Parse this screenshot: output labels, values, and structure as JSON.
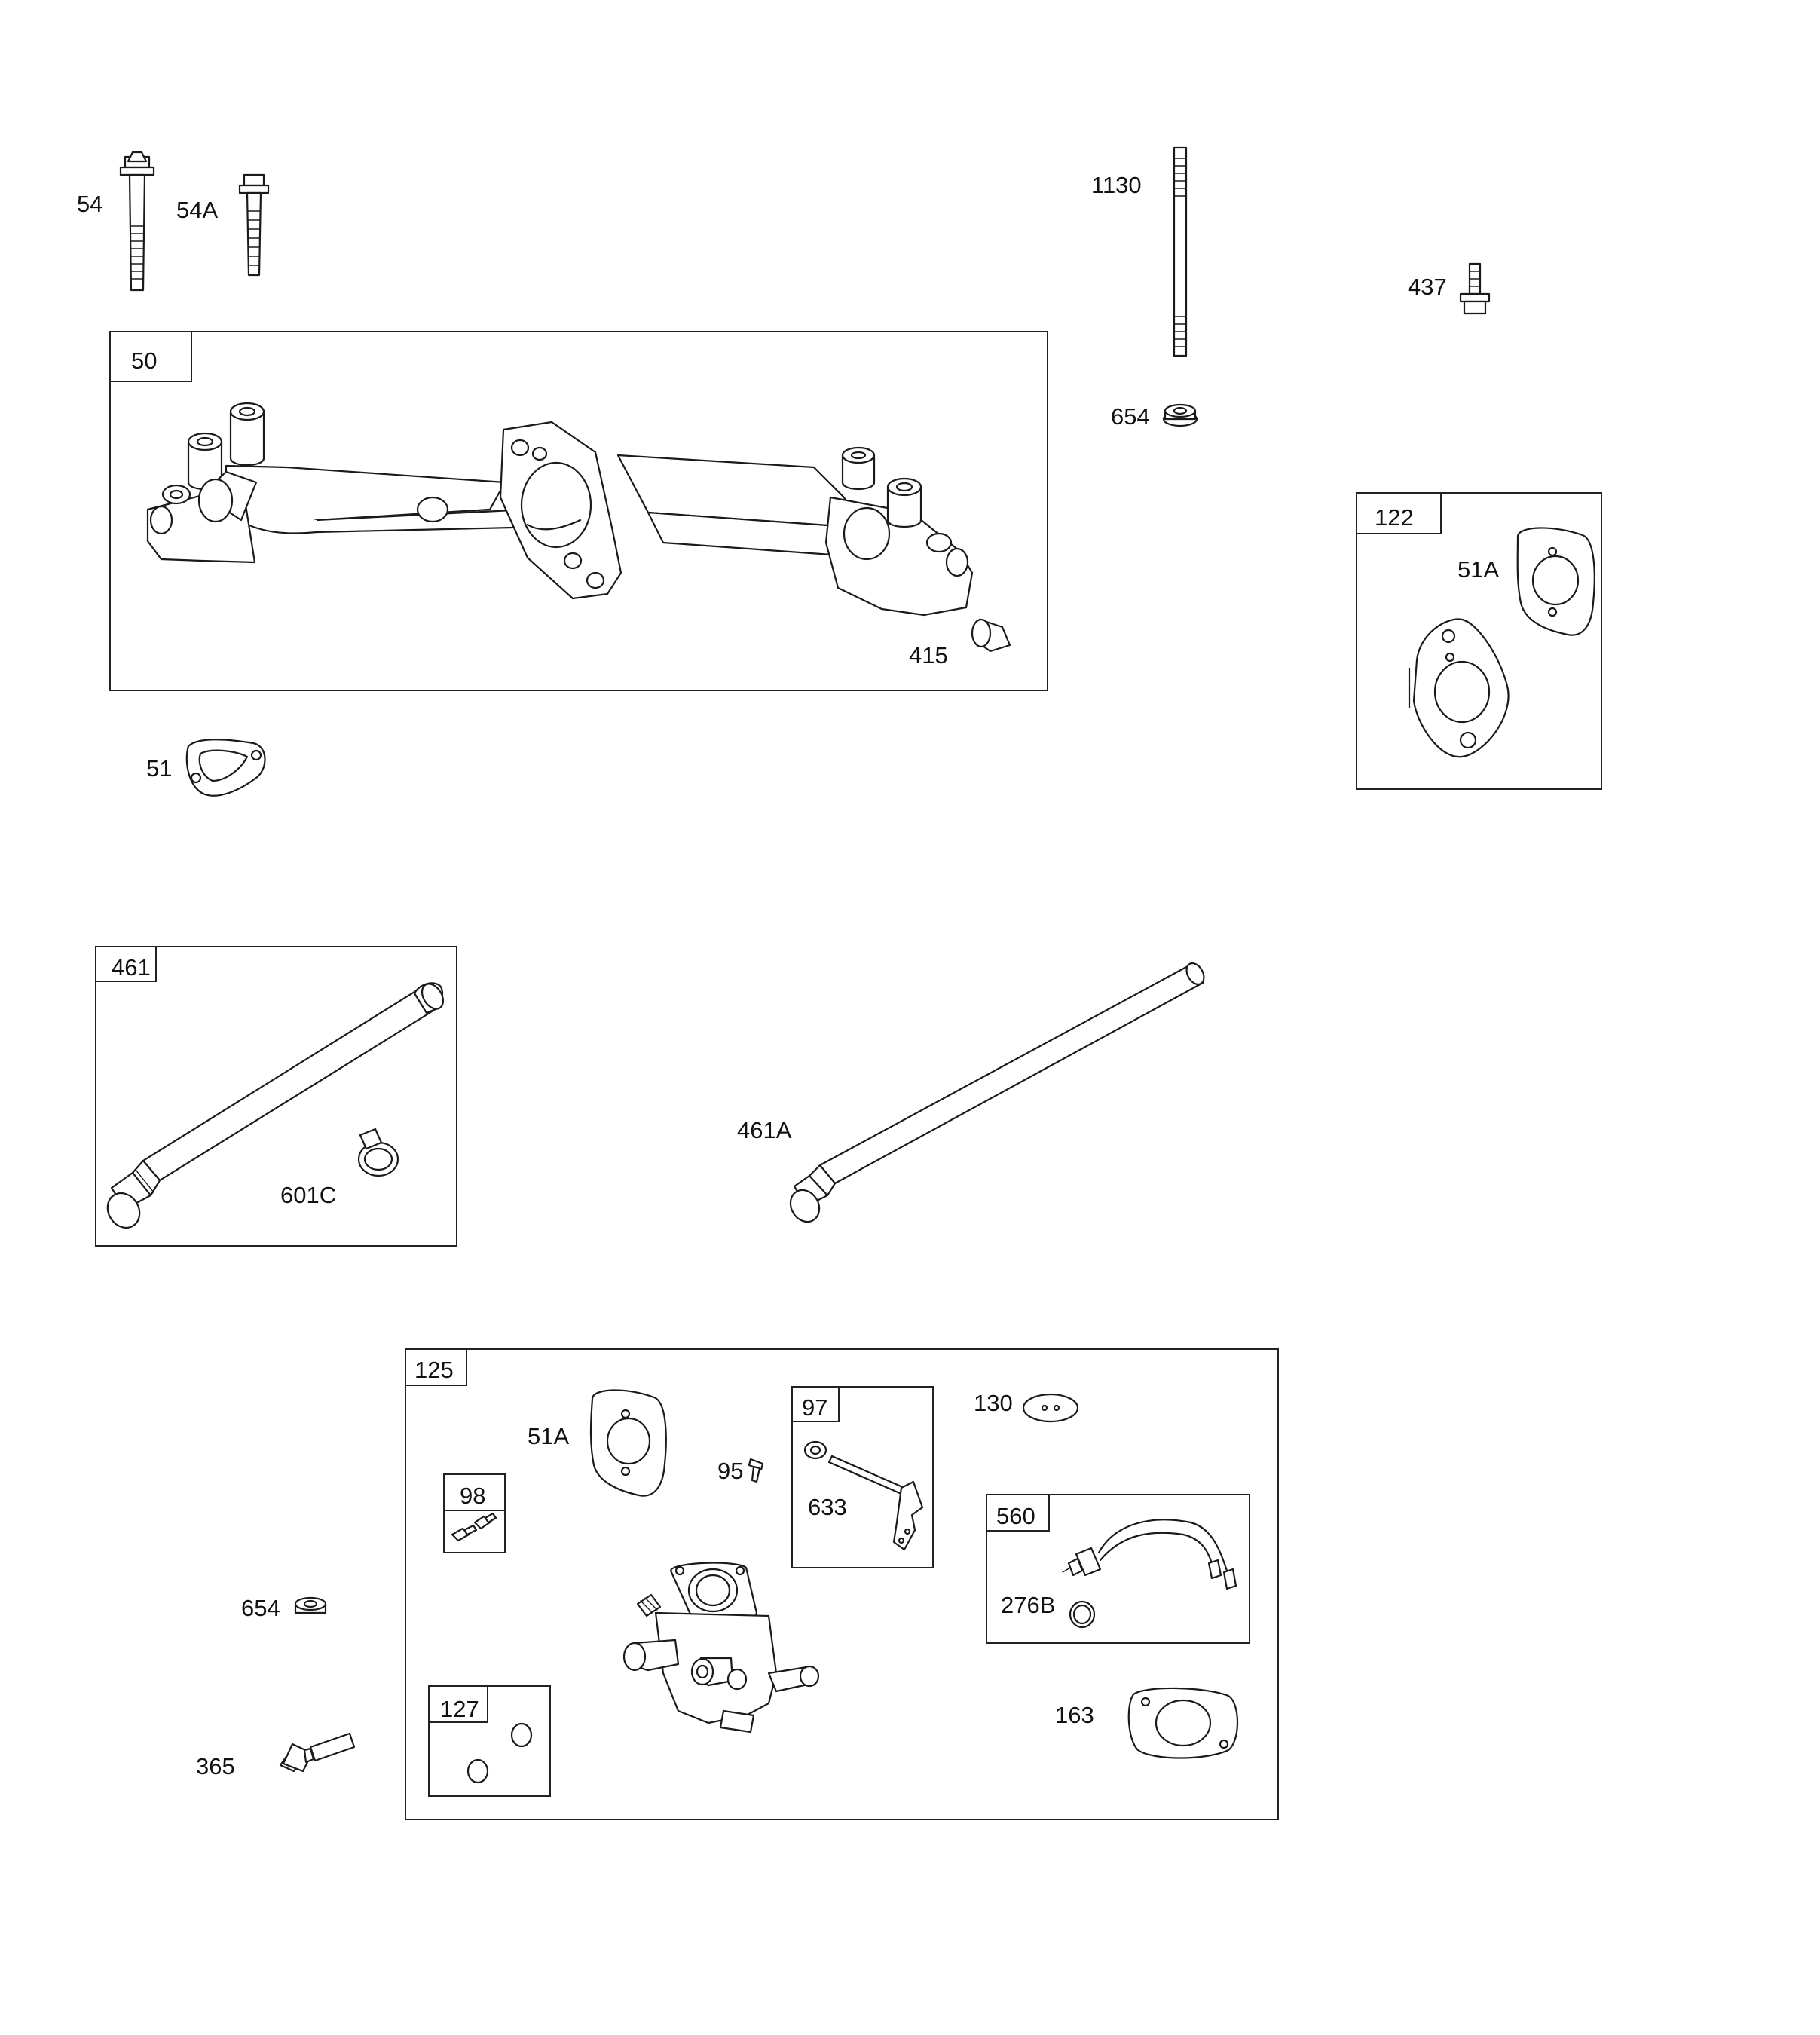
{
  "labels": {
    "l54": "54",
    "l54a": "54A",
    "l1130": "1130",
    "l437": "437",
    "l50": "50",
    "l654a": "654",
    "l122": "122",
    "l51a_1": "51A",
    "l415": "415",
    "l51": "51",
    "l461": "461",
    "l601c": "601C",
    "l461a": "461A",
    "l125": "125",
    "l51a_2": "51A",
    "l95": "95",
    "l97": "97",
    "l633": "633",
    "l130": "130",
    "l98": "98",
    "l560": "560",
    "l276b": "276B",
    "l654b": "654",
    "l127": "127",
    "l163": "163",
    "l365": "365"
  },
  "colors": {
    "line": "#1a1a1a",
    "background": "#ffffff"
  }
}
